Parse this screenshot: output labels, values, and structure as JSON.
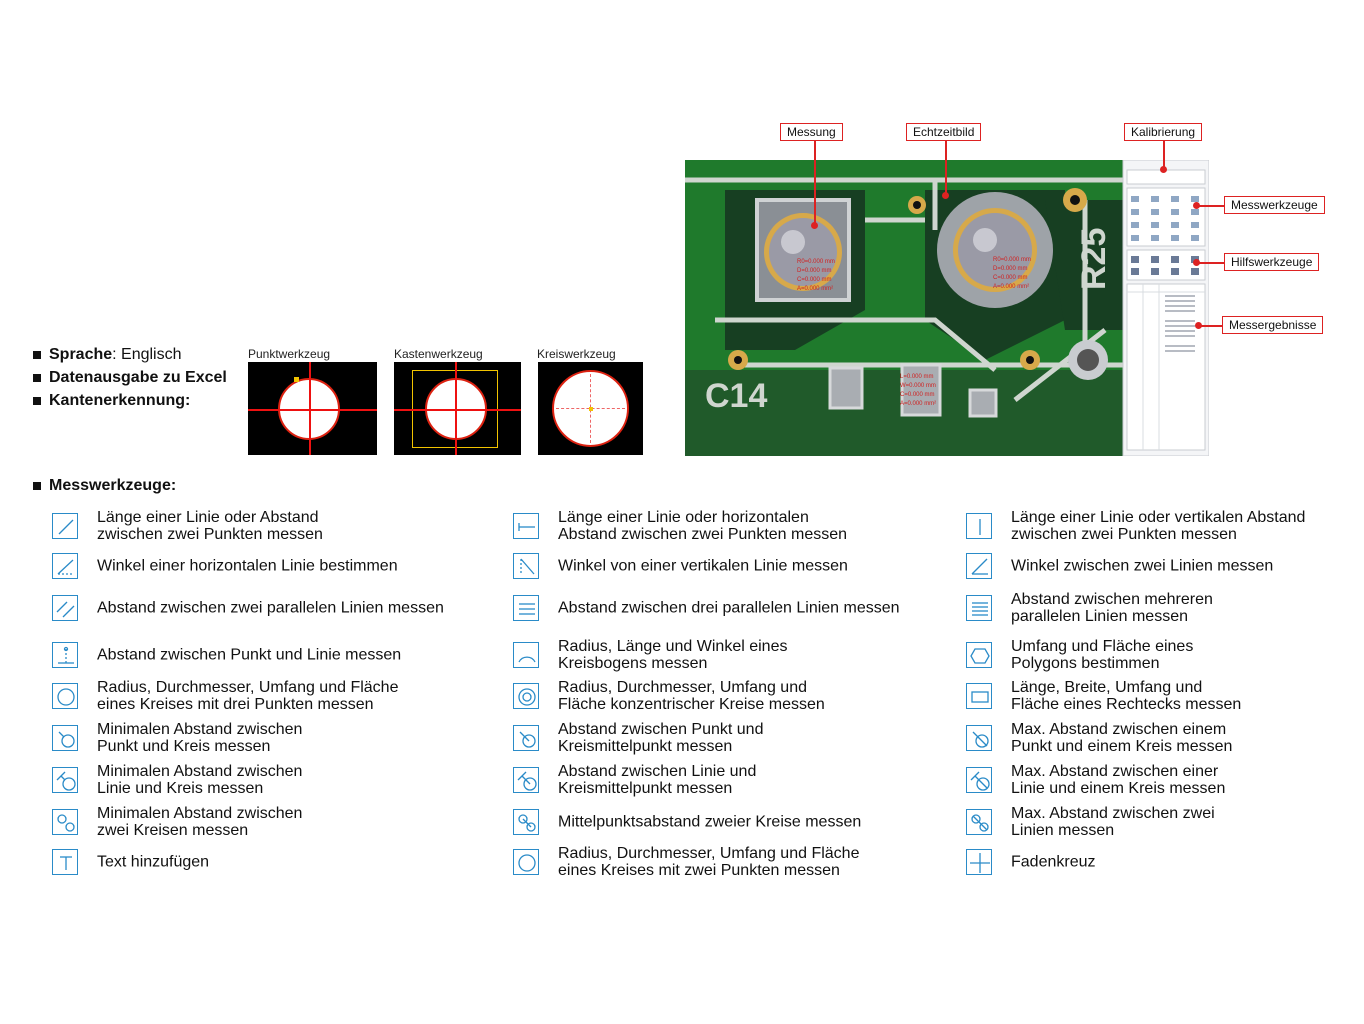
{
  "features": [
    {
      "label": "Sprache",
      "value": ": Englisch"
    },
    {
      "label": "Datenausgabe zu Excel",
      "value": ""
    },
    {
      "label": "Kantenerkennung:",
      "value": ""
    }
  ],
  "thumbnails": [
    {
      "label": "Punktwerkzeug"
    },
    {
      "label": "Kastenwerkzeug"
    },
    {
      "label": "Kreiswerkzeug"
    }
  ],
  "software": {
    "callouts_top": [
      "Messung",
      "Echtzeitbild",
      "Kalibrierung"
    ],
    "callouts_right": [
      "Messwerkzeuge",
      "Hilfswerkzeuge",
      "Messergebnisse"
    ],
    "pcb_labels": [
      "R25",
      "C14"
    ]
  },
  "tools_title": "Messwerkzeuge:",
  "tools": [
    {
      "icon": "line-length-icon",
      "text": "Länge einer Linie oder Abstand\nzwischen zwei Punkten messen"
    },
    {
      "icon": "horizontal-length-icon",
      "text": "Länge einer Linie oder horizontalen\nAbstand zwischen zwei Punkten messen"
    },
    {
      "icon": "vertical-length-icon",
      "text": "Länge einer Linie oder vertikalen Abstand\nzwischen zwei Punkten messen"
    },
    {
      "icon": "horizontal-angle-icon",
      "text": "Winkel einer horizontalen Linie bestimmen"
    },
    {
      "icon": "vertical-angle-icon",
      "text": "Winkel von einer vertikalen Linie messen"
    },
    {
      "icon": "two-line-angle-icon",
      "text": "Winkel zwischen zwei Linien messen"
    },
    {
      "icon": "parallel-lines-icon",
      "text": "Abstand zwischen zwei parallelen Linien messen"
    },
    {
      "icon": "three-parallel-lines-icon",
      "text": "Abstand zwischen drei parallelen Linien messen"
    },
    {
      "icon": "multi-parallel-lines-icon",
      "text": "Abstand zwischen mehreren\nparallelen Linien messen"
    },
    {
      "icon": "point-line-icon",
      "text": "Abstand zwischen Punkt und Linie messen"
    },
    {
      "icon": "arc-icon",
      "text": "Radius, Länge und Winkel eines\nKreisbogens messen"
    },
    {
      "icon": "polygon-icon",
      "text": "Umfang und Fläche eines\nPolygons bestimmen"
    },
    {
      "icon": "circle-three-points-icon",
      "text": "Radius, Durchmesser, Umfang und Fläche\neines Kreises mit drei Punkten messen"
    },
    {
      "icon": "concentric-circles-icon",
      "text": "Radius, Durchmesser, Umfang und\nFläche konzentrischer Kreise messen"
    },
    {
      "icon": "rectangle-icon",
      "text": "Länge, Breite, Umfang und\nFläche eines Rechtecks messen"
    },
    {
      "icon": "point-circle-min-icon",
      "text": "Minimalen Abstand zwischen\nPunkt und Kreis messen"
    },
    {
      "icon": "point-center-icon",
      "text": "Abstand zwischen Punkt und\nKreismittelpunkt messen"
    },
    {
      "icon": "point-circle-max-icon",
      "text": "Max. Abstand zwischen einem\nPunkt und einem Kreis messen"
    },
    {
      "icon": "line-circle-min-icon",
      "text": "Minimalen Abstand zwischen\nLinie und Kreis messen"
    },
    {
      "icon": "line-center-icon",
      "text": "Abstand zwischen Linie und\nKreismittelpunkt messen"
    },
    {
      "icon": "line-circle-max-icon",
      "text": "Max. Abstand zwischen einer\nLinie und einem Kreis messen"
    },
    {
      "icon": "two-circles-min-icon",
      "text": "Minimalen Abstand zwischen\nzwei Kreisen messen"
    },
    {
      "icon": "centers-distance-icon",
      "text": "Mittelpunktsabstand zweier Kreise messen"
    },
    {
      "icon": "two-circles-max-icon",
      "text": "Max. Abstand zwischen zwei\nLinien messen"
    },
    {
      "icon": "text-icon",
      "text": "Text hinzufügen"
    },
    {
      "icon": "circle-two-points-icon",
      "text": "Radius, Durchmesser, Umfang und Fläche\neines Kreises mit zwei Punkten messen"
    },
    {
      "icon": "crosshair-icon",
      "text": "Fadenkreuz"
    }
  ],
  "colors": {
    "accent": "#2a8bc8",
    "callout": "#d22222",
    "pcb": "#1f7a2c"
  }
}
